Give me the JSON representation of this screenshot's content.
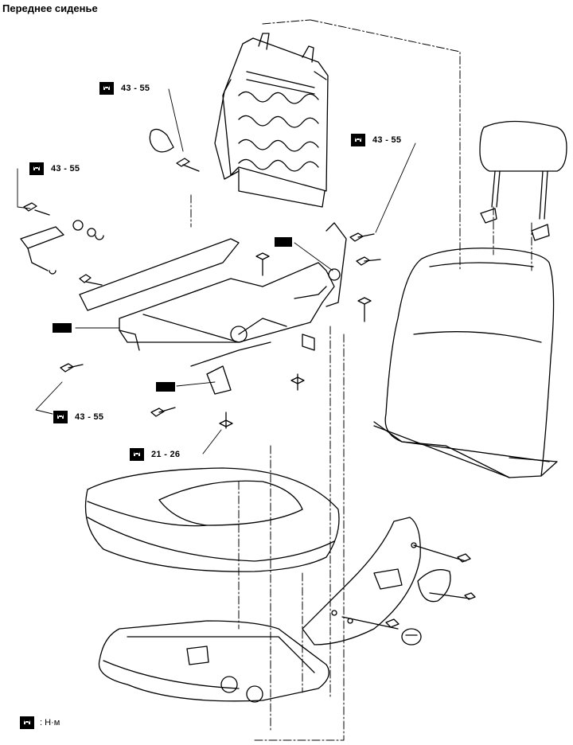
{
  "title": "Переднее сиденье",
  "torque_labels": {
    "back_frame_bolt": "43 - 55",
    "right_recliner_bolt": "43 - 55",
    "belt_anchor_bolt": "43 - 55",
    "rail_front_bolt": "43 - 55",
    "rail_mount_bolt": "21 - 26"
  },
  "legend": {
    "icon": "torque-wrench-icon",
    "text": ": Н·м"
  }
}
